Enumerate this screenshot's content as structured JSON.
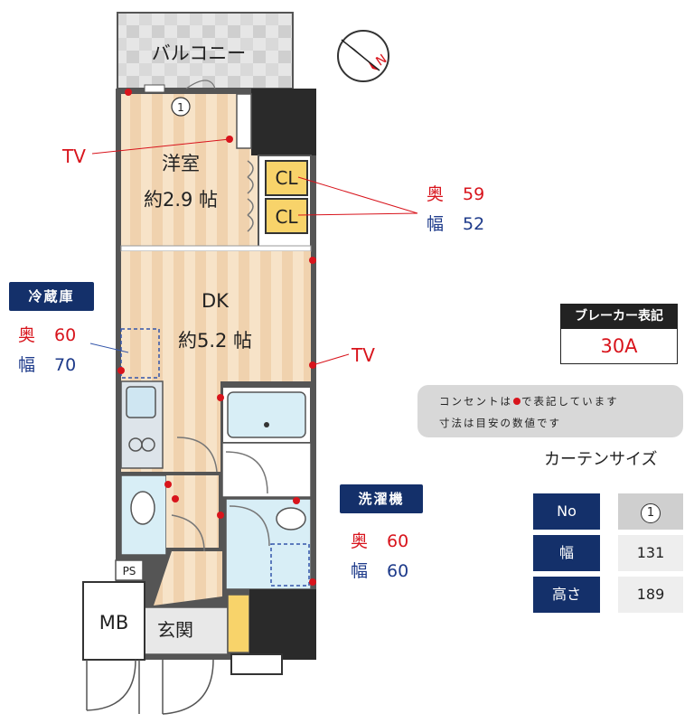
{
  "rooms": {
    "balcony": "バルコニー",
    "western_room_name": "洋室",
    "western_room_size": "約2.9 帖",
    "dk_name": "DK",
    "dk_size": "約5.2 帖",
    "closet_1": "CL",
    "closet_2": "CL",
    "mb": "MB",
    "ps": "PS",
    "entrance": "玄関"
  },
  "tv_labels": [
    "TV",
    "TV"
  ],
  "window_number": "1",
  "compass_letter": "N",
  "closet_dims": {
    "depth_label": "奥",
    "depth_value": "59",
    "width_label": "幅",
    "width_value": "52"
  },
  "fridge": {
    "title": "冷蔵庫",
    "depth_label": "奥",
    "depth_value": "60",
    "width_label": "幅",
    "width_value": "70"
  },
  "washer": {
    "title": "洗濯機",
    "depth_label": "奥",
    "depth_value": "60",
    "width_label": "幅",
    "width_value": "60"
  },
  "breaker": {
    "title": "ブレーカー表記",
    "value": "30A"
  },
  "notes": {
    "line1_before": "コンセントは",
    "line1_after": "で表記しています",
    "line2": "寸法は目安の数値です"
  },
  "curtain": {
    "title": "カーテンサイズ",
    "rows": [
      {
        "label": "No",
        "value": "1"
      },
      {
        "label": "幅",
        "value": "131"
      },
      {
        "label": "高さ",
        "value": "189"
      }
    ]
  },
  "colors": {
    "accent_navy": "#14306a",
    "outlet_red": "#d8141c",
    "floor_wood": "#f3d8b8",
    "wet_area": "#d8eef6",
    "closet_yellow": "#f8d36a",
    "wall_black": "#2a2a2a"
  }
}
